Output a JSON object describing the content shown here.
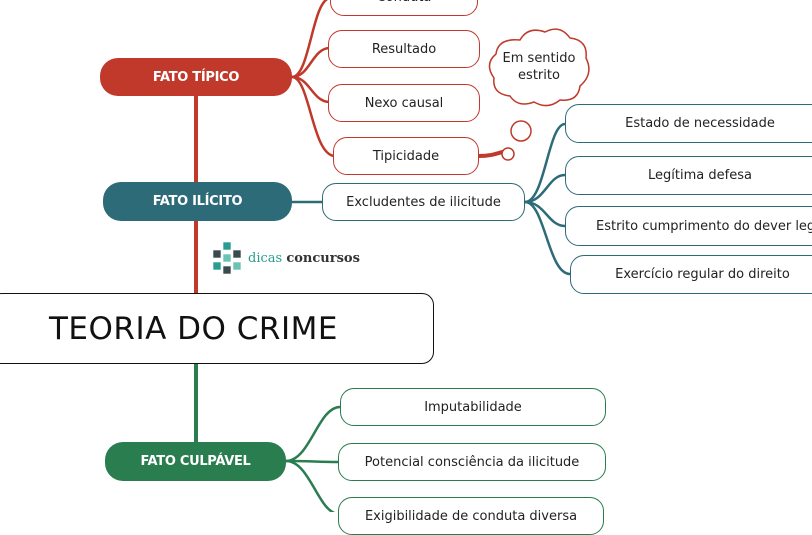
{
  "central": {
    "title": "TEORIA DO CRIME"
  },
  "fato_tipico": {
    "label": "FATO TÍPICO",
    "color": "#c0392b",
    "items": [
      "Conduta",
      "Resultado",
      "Nexo causal",
      "Tipicidade"
    ],
    "note": "Em sentido estrito"
  },
  "fato_ilicito": {
    "label": "FATO ILÍCITO",
    "color": "#2e6b78",
    "child": "Excludentes de ilicitude",
    "excludentes": [
      "Estado de necessidade",
      "Legítima defesa",
      "Estrito cumprimento do dever legal",
      "Exercício regular do direito"
    ]
  },
  "fato_culpavel": {
    "label": "FATO CULPÁVEL",
    "color": "#2a7d4f",
    "items": [
      "Imputabilidade",
      "Potencial consciência da ilicitude",
      "Exigibilidade de conduta diversa"
    ]
  },
  "logo": {
    "word1": "dicas",
    "word2": "concursos",
    "icon": "cube-cluster-icon"
  }
}
